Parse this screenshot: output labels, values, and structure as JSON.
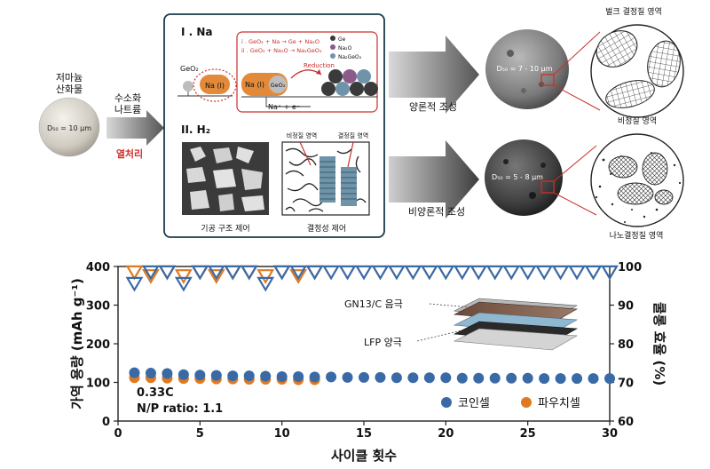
{
  "top": {
    "source": {
      "line1": "저마늄",
      "line2": "산화물",
      "d50": "D₅₀ = 10 μm"
    },
    "reduce": {
      "line1": "수소화",
      "line2": "나트륨",
      "heat": "열처리"
    },
    "panel": {
      "na_title": "I . Na",
      "geo2": "GeO₂",
      "na_l": "Na (l)",
      "rx1": "i . GeO₂ + Na → Ge + Na₂O",
      "rx2": "ii . GeO₂ + Na₂O → Na₂GeO₃",
      "legend": [
        "Ge",
        "Na₂O",
        "Na₂GeO₃"
      ],
      "reduction": "Reduction",
      "na_l2": "Na (l)",
      "geo2_b": "GeO₂",
      "nae": "Na⁺ + e⁻",
      "h2_title": "II. H₂",
      "amorphous_region": "비정질 영역",
      "crystal_region": "결정질 영역",
      "pore_label": "기공 구조 제어",
      "cryst_label": "결정성 제어"
    },
    "upper": {
      "d50": "D₅₀ = 7 - 10 μm",
      "process": "양론적 조성",
      "region": "벌크 결정질 영역"
    },
    "lower": {
      "d50": "D₅₀ = 5 - 8 μm",
      "process": "비양론적 조성",
      "region_top": "비정질 영역",
      "region_bottom": "나노결정질 영역"
    }
  },
  "chart_data": {
    "type": "scatter",
    "xlabel": "사이클 횟수",
    "ylabel": "가역 용량 (mAh g⁻¹)",
    "y2label": "쿨롱 효율 (%)",
    "xlim": [
      0,
      30
    ],
    "ylim": [
      0,
      400
    ],
    "y2lim": [
      60,
      100
    ],
    "xticks": [
      "0",
      "5",
      "10",
      "15",
      "20",
      "25",
      "30"
    ],
    "yticks": [
      "0",
      "100",
      "200",
      "300",
      "400"
    ],
    "y2ticks": [
      "60",
      "70",
      "80",
      "90",
      "100"
    ],
    "annotation1": "0.33C",
    "annotation2": "N/P ratio: 1.1",
    "cell_labels": {
      "anode": "GN13/C 음극",
      "cathode": "LFP 양극"
    },
    "series": [
      {
        "name": "코인셀",
        "color": "#3a6aa6",
        "capacity": {
          "x": [
            1,
            2,
            3,
            4,
            5,
            6,
            7,
            8,
            9,
            10,
            11,
            12,
            13,
            14,
            15,
            16,
            17,
            18,
            19,
            20,
            21,
            22,
            23,
            24,
            25,
            26,
            27,
            28,
            29,
            30
          ],
          "y": [
            125,
            124,
            123,
            120,
            119,
            118,
            117,
            117,
            116,
            115,
            115,
            114,
            114,
            113,
            113,
            113,
            112,
            112,
            112,
            112,
            111,
            111,
            111,
            111,
            111,
            110,
            110,
            110,
            110,
            110
          ]
        },
        "efficiency": {
          "x": [
            1,
            2,
            3,
            4,
            5,
            6,
            7,
            8,
            9,
            10,
            11,
            12,
            13,
            14,
            15,
            16,
            17,
            18,
            19,
            20,
            21,
            22,
            23,
            24,
            25,
            26,
            27,
            28,
            29,
            30
          ],
          "y": [
            96,
            99,
            99,
            96,
            99,
            99,
            99,
            99,
            96,
            99,
            99,
            99,
            99,
            99,
            99,
            99,
            99,
            99,
            99,
            99,
            99,
            99,
            99,
            99,
            99,
            99,
            99,
            99,
            99,
            99
          ]
        }
      },
      {
        "name": "파우치셀",
        "color": "#e07a20",
        "capacity": {
          "x": [
            1,
            2,
            3,
            4,
            5,
            6,
            7,
            8,
            9,
            10,
            11,
            12
          ],
          "y": [
            112,
            112,
            111,
            110,
            110,
            109,
            109,
            108,
            108,
            108,
            107,
            107
          ]
        },
        "efficiency": {
          "x": [
            1,
            2,
            3,
            4,
            5,
            6,
            7,
            8,
            9,
            10,
            11,
            12
          ],
          "y": [
            99,
            98,
            99,
            98,
            99,
            98,
            99,
            99,
            98,
            99,
            98,
            99
          ]
        }
      }
    ]
  }
}
